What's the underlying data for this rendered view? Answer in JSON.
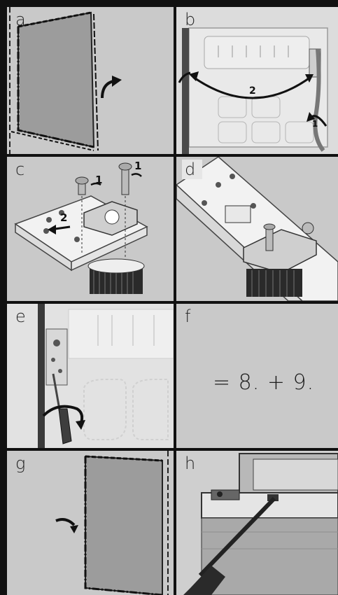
{
  "panels": [
    {
      "id": "a",
      "letter": "a"
    },
    {
      "id": "b",
      "letter": "b",
      "step_labels": [
        "2",
        "1"
      ]
    },
    {
      "id": "c",
      "letter": "c",
      "step_labels": [
        "1",
        "1",
        "2"
      ]
    },
    {
      "id": "d",
      "letter": "d"
    },
    {
      "id": "e",
      "letter": "e"
    },
    {
      "id": "f",
      "letter": "f",
      "text": "= 8. + 9."
    },
    {
      "id": "g",
      "letter": "g"
    },
    {
      "id": "h",
      "letter": "h"
    }
  ],
  "colors": {
    "panel_bg": "#c9c9c9",
    "border": "#111111",
    "ink": "#1e1e1e",
    "part": "#f2f2f2",
    "dark": "#3a3a3a"
  }
}
